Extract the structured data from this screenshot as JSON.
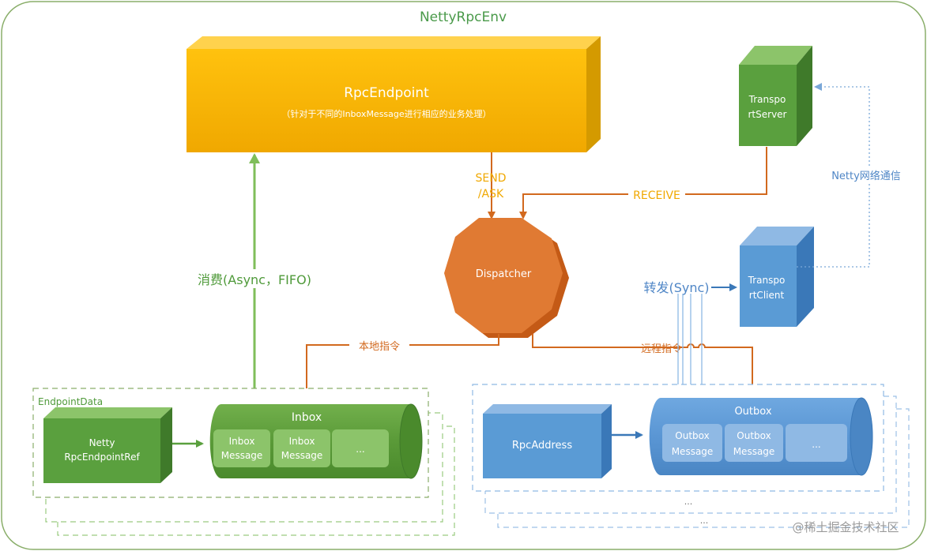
{
  "env_title": "NettyRpcEnv",
  "rpc_endpoint": {
    "title": "RpcEndpoint",
    "subtitle": "（针对于不同的InboxMessage进行相应的业务处理）"
  },
  "dispatcher": "Dispatcher",
  "transport_server": [
    "Transpo",
    "rtServer"
  ],
  "transport_client": [
    "Transpo",
    "rtClient"
  ],
  "edges": {
    "send_ask": [
      "SEND",
      "/ASK"
    ],
    "receive": "RECEIVE",
    "netty_comm": "Netty网络通信",
    "consume": "消费(Async，FIFO)",
    "local_cmd": "本地指令",
    "remote_cmd": "远程指令",
    "forward_sync": "转发(Sync)"
  },
  "endpoint_data": {
    "label": "EndpointData",
    "ref": [
      "Netty",
      "RpcEndpointRef"
    ]
  },
  "inbox": {
    "title": "Inbox",
    "items": [
      [
        "Inbox",
        "Message"
      ],
      [
        "Inbox",
        "Message"
      ]
    ],
    "more": "..."
  },
  "outbox": {
    "title": "Outbox",
    "items": [
      [
        "Outbox",
        "Message"
      ],
      [
        "Outbox",
        "Message"
      ]
    ],
    "more": "..."
  },
  "rpc_address": "RpcAddress",
  "stack_dots": [
    "...",
    "..."
  ],
  "watermark": "@稀土掘金技术社区",
  "colors": {
    "frame": "#8aae6a",
    "title_green": "#4a9a4a",
    "gold": "#f2b705",
    "gold_dark": "#c88f00",
    "orange": "#d2691e",
    "orange_fill": "#e07a33",
    "green": "#5aa03e",
    "green_dark": "#3f7a2a",
    "green_light": "#8cc46a",
    "blue": "#5a9bd5",
    "blue_dark": "#3a78b8",
    "blue_light": "#8fb9e4",
    "label_blue": "#4f86c6",
    "label_green": "#4f9a3a"
  }
}
